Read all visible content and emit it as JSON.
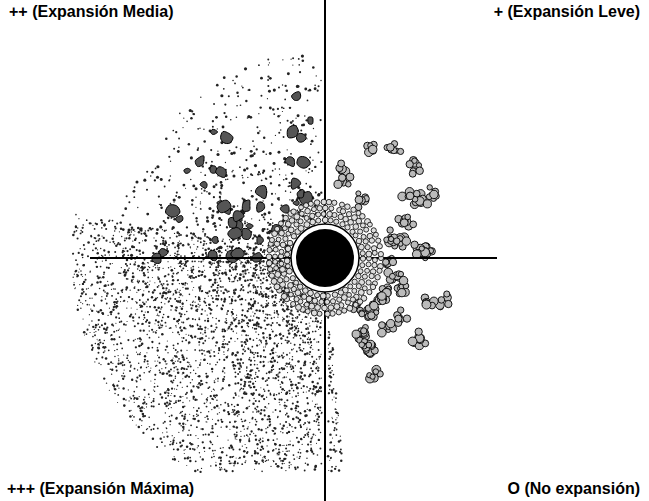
{
  "diagram": {
    "labels": [
      "++ (Expansión Media)",
      "+ (Expansión Leve)",
      "+++ (Expansión Máxima)",
      "O (No expansión)"
    ]
  }
}
